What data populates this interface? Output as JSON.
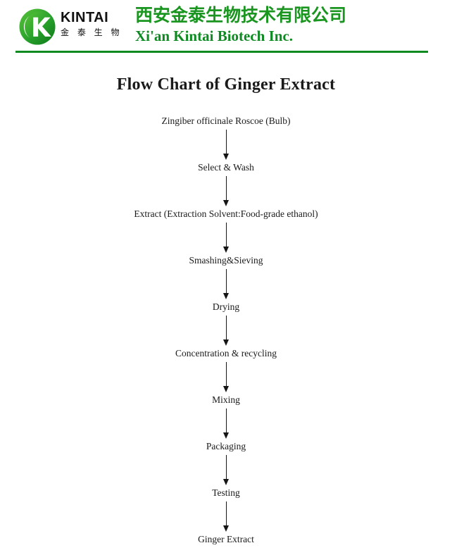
{
  "header": {
    "logo": {
      "mark_name": "kintai-circular-k-logo",
      "latin_text": "KINTAI",
      "chinese_text": "金 泰 生 物"
    },
    "company_name_cn": "西安金泰生物技术有限公司",
    "company_name_en": "Xi'an Kintai Biotech Inc.",
    "accent_color": "#1a9620",
    "rule_color": "#0b8a1f"
  },
  "document": {
    "title": "Flow Chart of Ginger Extract"
  },
  "chart_data": {
    "type": "diagram",
    "diagram_kind": "linear-flowchart",
    "title": "Flow Chart of Ginger Extract",
    "orientation": "top-to-bottom",
    "connector": "single-headed-arrow",
    "steps": [
      "Zingiber officinale Roscoe (Bulb)",
      "Select & Wash",
      "Extract (Extraction Solvent:Food-grade ethanol)",
      "Smashing&Sieving",
      "Drying",
      "Concentration & recycling",
      "Mixing",
      "Packaging",
      "Testing",
      "Ginger Extract"
    ]
  }
}
